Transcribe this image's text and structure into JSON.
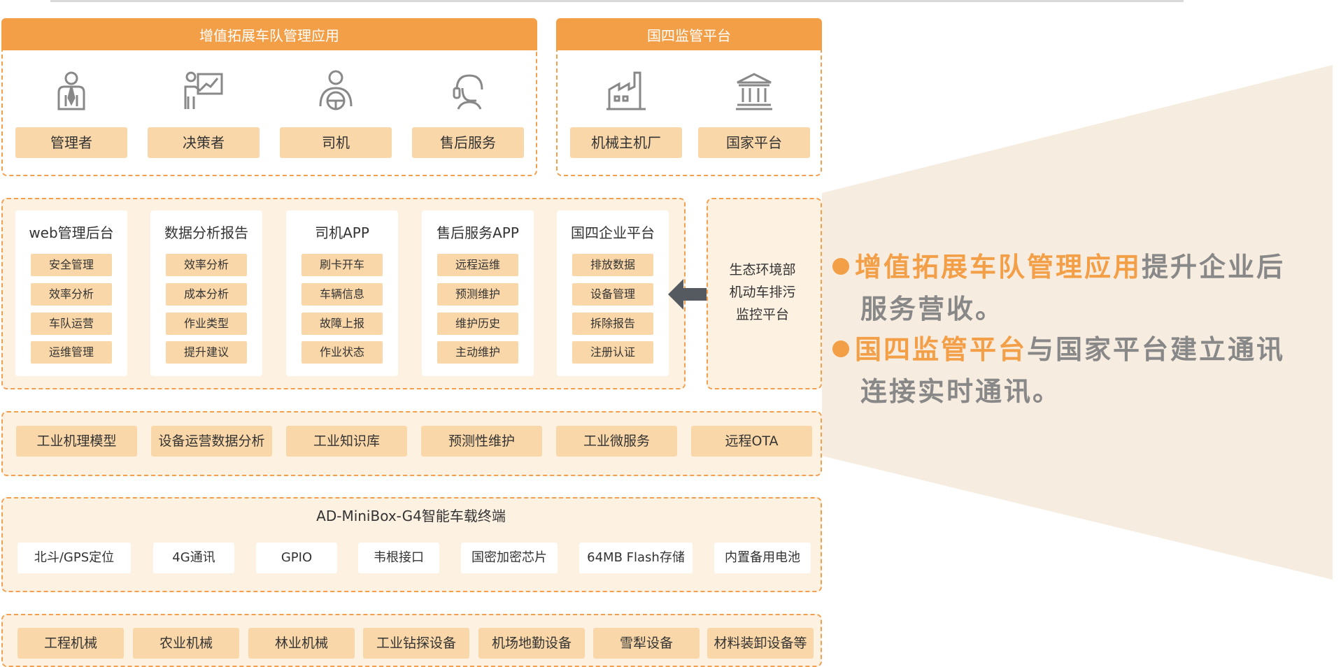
{
  "colors": {
    "accent": "#f39f47",
    "tag": "#fad7a8",
    "panel": "#fdf1e2",
    "arrow": "#555960"
  },
  "top_section": {
    "fleet_title": "增值拓展车队管理应用",
    "gov_title": "国四监管平台",
    "roles": [
      {
        "label": "管理者",
        "icon": "manager-icon"
      },
      {
        "label": "决策者",
        "icon": "presentation-icon"
      },
      {
        "label": "司机",
        "icon": "driver-icon"
      },
      {
        "label": "售后服务",
        "icon": "headset-icon"
      }
    ],
    "gov_roles": [
      {
        "label": "机械主机厂",
        "icon": "factory-icon"
      },
      {
        "label": "国家平台",
        "icon": "government-building-icon"
      }
    ]
  },
  "apps": [
    {
      "title": "web管理后台",
      "items": [
        "安全管理",
        "效率分析",
        "车队运营",
        "运维管理"
      ]
    },
    {
      "title": "数据分析报告",
      "items": [
        "效率分析",
        "成本分析",
        "作业类型",
        "提升建议"
      ]
    },
    {
      "title": "司机APP",
      "items": [
        "刷卡开车",
        "车辆信息",
        "故障上报",
        "作业状态"
      ]
    },
    {
      "title": "售后服务APP",
      "items": [
        "远程运维",
        "预测维护",
        "维护历史",
        "主动维护"
      ]
    },
    {
      "title": "国四企业平台",
      "items": [
        "排放数据",
        "设备管理",
        "拆除报告",
        "注册认证"
      ]
    }
  ],
  "eco_platform": {
    "line1": "生态环境部",
    "line2": "机动车排污",
    "line3": "监控平台"
  },
  "capabilities": [
    "工业机理模型",
    "设备运营数据分析",
    "工业知识库",
    "预测性维护",
    "工业微服务",
    "远程OTA"
  ],
  "device": {
    "title": "AD-MiniBox-G4智能车载终端",
    "features": [
      "北斗/GPS定位",
      "4G通讯",
      "GPIO",
      "韦根接口",
      "国密加密芯片",
      "64MB Flash存储",
      "内置备用电池"
    ]
  },
  "machines": [
    "工程机械",
    "农业机械",
    "林业机械",
    "工业钻探设备",
    "机场地勤设备",
    "雪犁设备",
    "材料装卸设备等"
  ],
  "bullets": [
    {
      "highlight": "增值拓展车队管理应用",
      "rest_line1": "提升企业后",
      "rest_line2": "服务营收。"
    },
    {
      "highlight": "国四监管平台",
      "rest_line1": "与国家平台建立通讯",
      "rest_line2": "连接实时通讯。"
    }
  ]
}
